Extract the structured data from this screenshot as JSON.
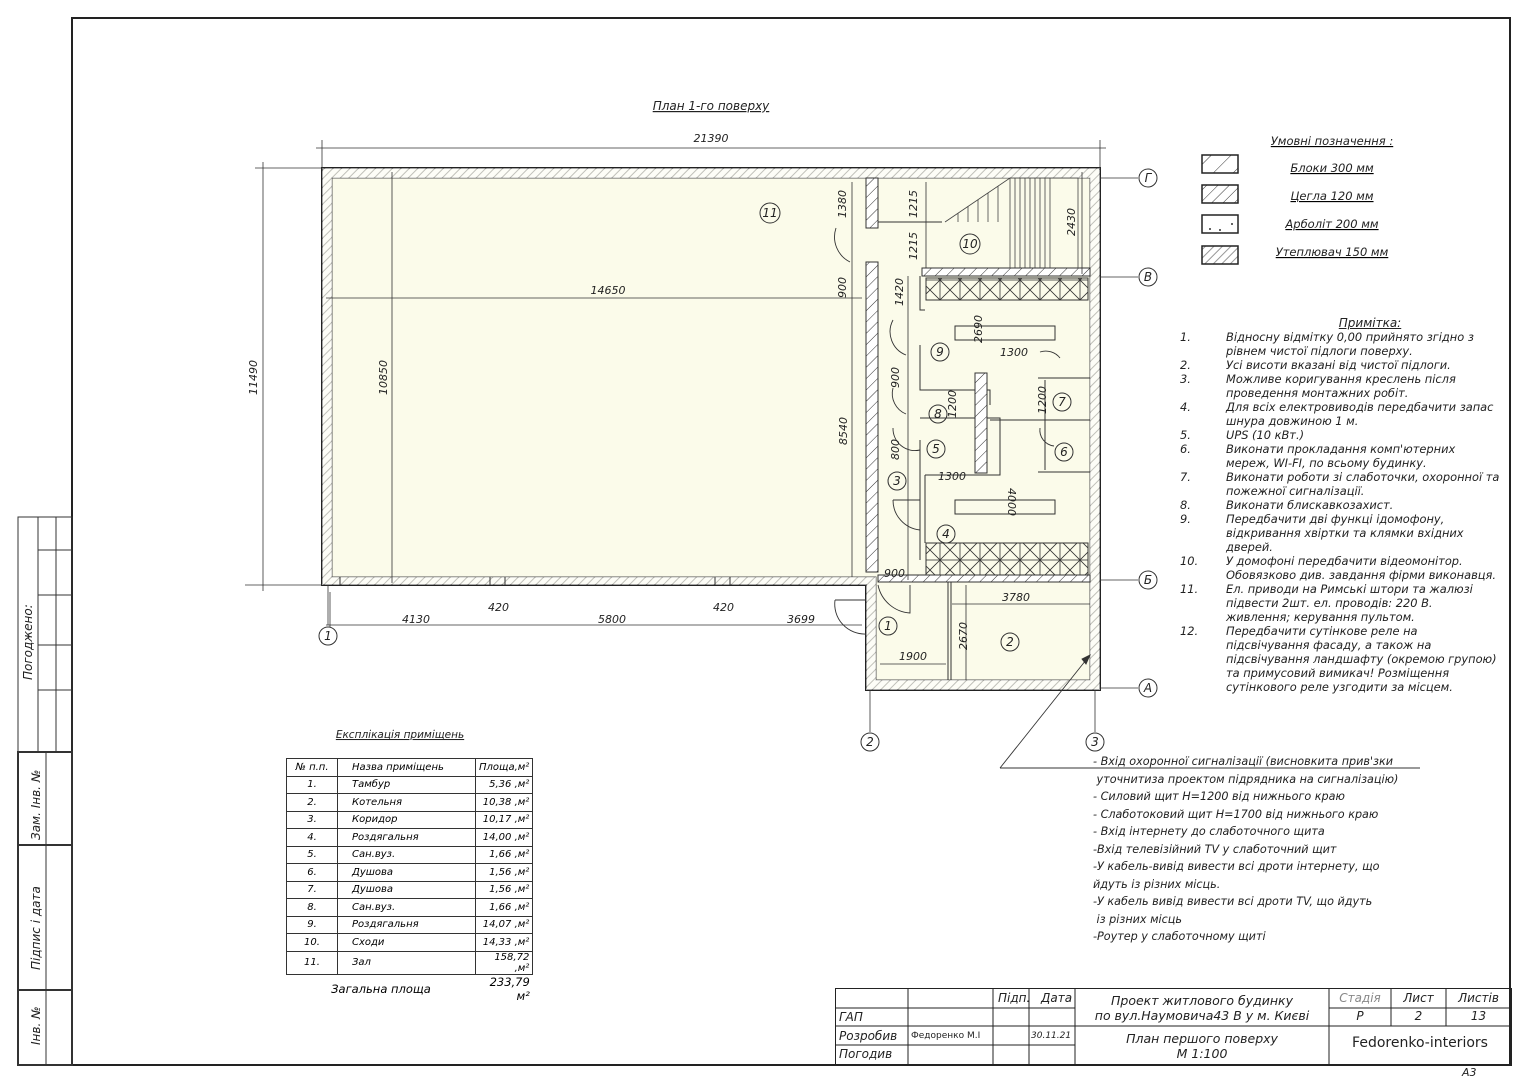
{
  "plan_title": "План 1-го поверху",
  "dimensions": {
    "overall_width": "21390",
    "overall_height": "11490",
    "hall_height": "10850",
    "hall_width": "14650",
    "corridor_height": "8540",
    "d1380": "1380",
    "d900a": "900",
    "d1215a": "1215",
    "d1215b": "1215",
    "d2430": "2430",
    "d1420": "1420",
    "d2690": "2690",
    "d1300a": "1300",
    "d900b": "900",
    "d1200a": "1200",
    "d1200b": "1200",
    "d800": "800",
    "d1300b": "1300",
    "d4000": "4000",
    "d900c": "900",
    "d3780": "3780",
    "d2670": "2670",
    "d1900": "1900",
    "bottom": [
      "4130",
      "420",
      "5800",
      "420",
      "3699"
    ]
  },
  "axes": {
    "g": "Г",
    "v": "В",
    "b": "Б",
    "a": "А",
    "n1": "1",
    "n2": "2",
    "n3": "3"
  },
  "rooms": [
    "1",
    "2",
    "3",
    "4",
    "5",
    "6",
    "7",
    "8",
    "9",
    "10",
    "11"
  ],
  "legend": {
    "title": "Умовні позначення :",
    "items": [
      "Блоки 300 мм",
      "Цегла 120 мм",
      "Арболіт 200 мм",
      "Утеплювач 150 мм"
    ]
  },
  "notes": {
    "title": "Примітка:",
    "items": [
      {
        "n": "1.",
        "text": "Відносну відмітку 0,00 прийнято згідно з рівнем чистої підлоги поверху."
      },
      {
        "n": "2.",
        "text": "Усі висоти вказані від чистої підлоги."
      },
      {
        "n": "3.",
        "text": "Можливе коригування креслень після проведення монтажних робіт."
      },
      {
        "n": "4.",
        "text": "Для всіх електровиводів передбачити запас шнура довжиною 1 м."
      },
      {
        "n": "5.",
        "text": "UPS (10 кВт.)"
      },
      {
        "n": "6.",
        "text": "Виконати прокладання комп'ютерних мереж, WI-FI, по всьому будинку."
      },
      {
        "n": "7.",
        "text": "Виконати роботи зі слаботочки, охоронної та пожежної сигналізації."
      },
      {
        "n": "8.",
        "text": "Виконати блискавкозахист."
      },
      {
        "n": "9.",
        "text": "Передбачити дві функці ідомофону, відкривання хвіртки та клямки вхідних дверей."
      },
      {
        "n": "10.",
        "text": "У домофоні передбачити відеомонітор. Обовязково див. завдання фірми виконавця."
      },
      {
        "n": "11.",
        "text": "Ел. приводи на Римські штори та жалюзі підвести  2шт. ел. проводів: 220 В. живлення; керування пультом."
      },
      {
        "n": "12.",
        "text": "Передбачити сутінкове реле на підсвічування фасаду, а також на підсвічування ландшафту (окремою групою) та примусовий вимикач! Розміщення сутінкового реле узгодити за місцем."
      }
    ]
  },
  "callout_notes": [
    "- Вхід охоронної сигналізації (висновкита прив'зки",
    " уточнитиза проектом підрядника на сигналізацію)",
    "- Силовий щит H=1200 від нижнього краю",
    "- Слаботоковий щит H=1700 від нижнього краю",
    "- Вхід інтернету до слаботочного щита",
    "-Вхід телевізійний TV у слаботочний щит",
    "-У кабель-вивід вивести всі дроти інтернету, що",
    "йдуть із різних місць.",
    "-У кабель вивід вивести всі дроти TV, що йдуть",
    " із різних місць",
    "-Роутер у слаботочному щиті"
  ],
  "explication": {
    "title": "Експлікація приміщень",
    "headers": [
      "№ п.п.",
      "Назва приміщень",
      "Площа,м²"
    ],
    "rows": [
      [
        "1.",
        "Тамбур",
        "5,36 ,м²"
      ],
      [
        "2.",
        "Котельня",
        "10,38 ,м²"
      ],
      [
        "3.",
        "Коридор",
        "10,17 ,м²"
      ],
      [
        "4.",
        "Роздягальня",
        "14,00 ,м²"
      ],
      [
        "5.",
        "Сан.вуз.",
        "1,66 ,м²"
      ],
      [
        "6.",
        "Душова",
        "1,56 ,м²"
      ],
      [
        "7.",
        "Душова",
        "1,56 ,м²"
      ],
      [
        "8.",
        "Сан.вуз.",
        "1,66 ,м²"
      ],
      [
        "9.",
        "Роздягальня",
        "14,07 ,м²"
      ],
      [
        "10.",
        "Сходи",
        "14,33 ,м²"
      ],
      [
        "11.",
        "Зал",
        "158,72 ,м²"
      ]
    ],
    "total_label": "Загальна площа",
    "total_value": "233,79 м²"
  },
  "stamp_left": {
    "agreed": "Погоджено:",
    "replaced_inv": "Зам. Інв. №",
    "sign_date": "Підпис і дата",
    "inv": "Інв. №"
  },
  "title_block": {
    "sign": "Підп.",
    "date": "Дата",
    "gap": "ГАП",
    "developed": "Розробив",
    "developer": "Федоренко М.І",
    "dev_date": "30.11.21",
    "agreed": "Погодив",
    "project_line1": "Проект житлового будинку",
    "project_line2": "по вул.Наумовича43 В у м. Києві",
    "sheet_title": "План першого поверху",
    "scale": "М 1:100",
    "stage_label": "Стадія",
    "sheet_label": "Лист",
    "sheets_label": "Листів",
    "stage": "Р",
    "sheet": "2",
    "sheets": "13",
    "company": "Fedorenko-interiors",
    "format": "А3"
  }
}
